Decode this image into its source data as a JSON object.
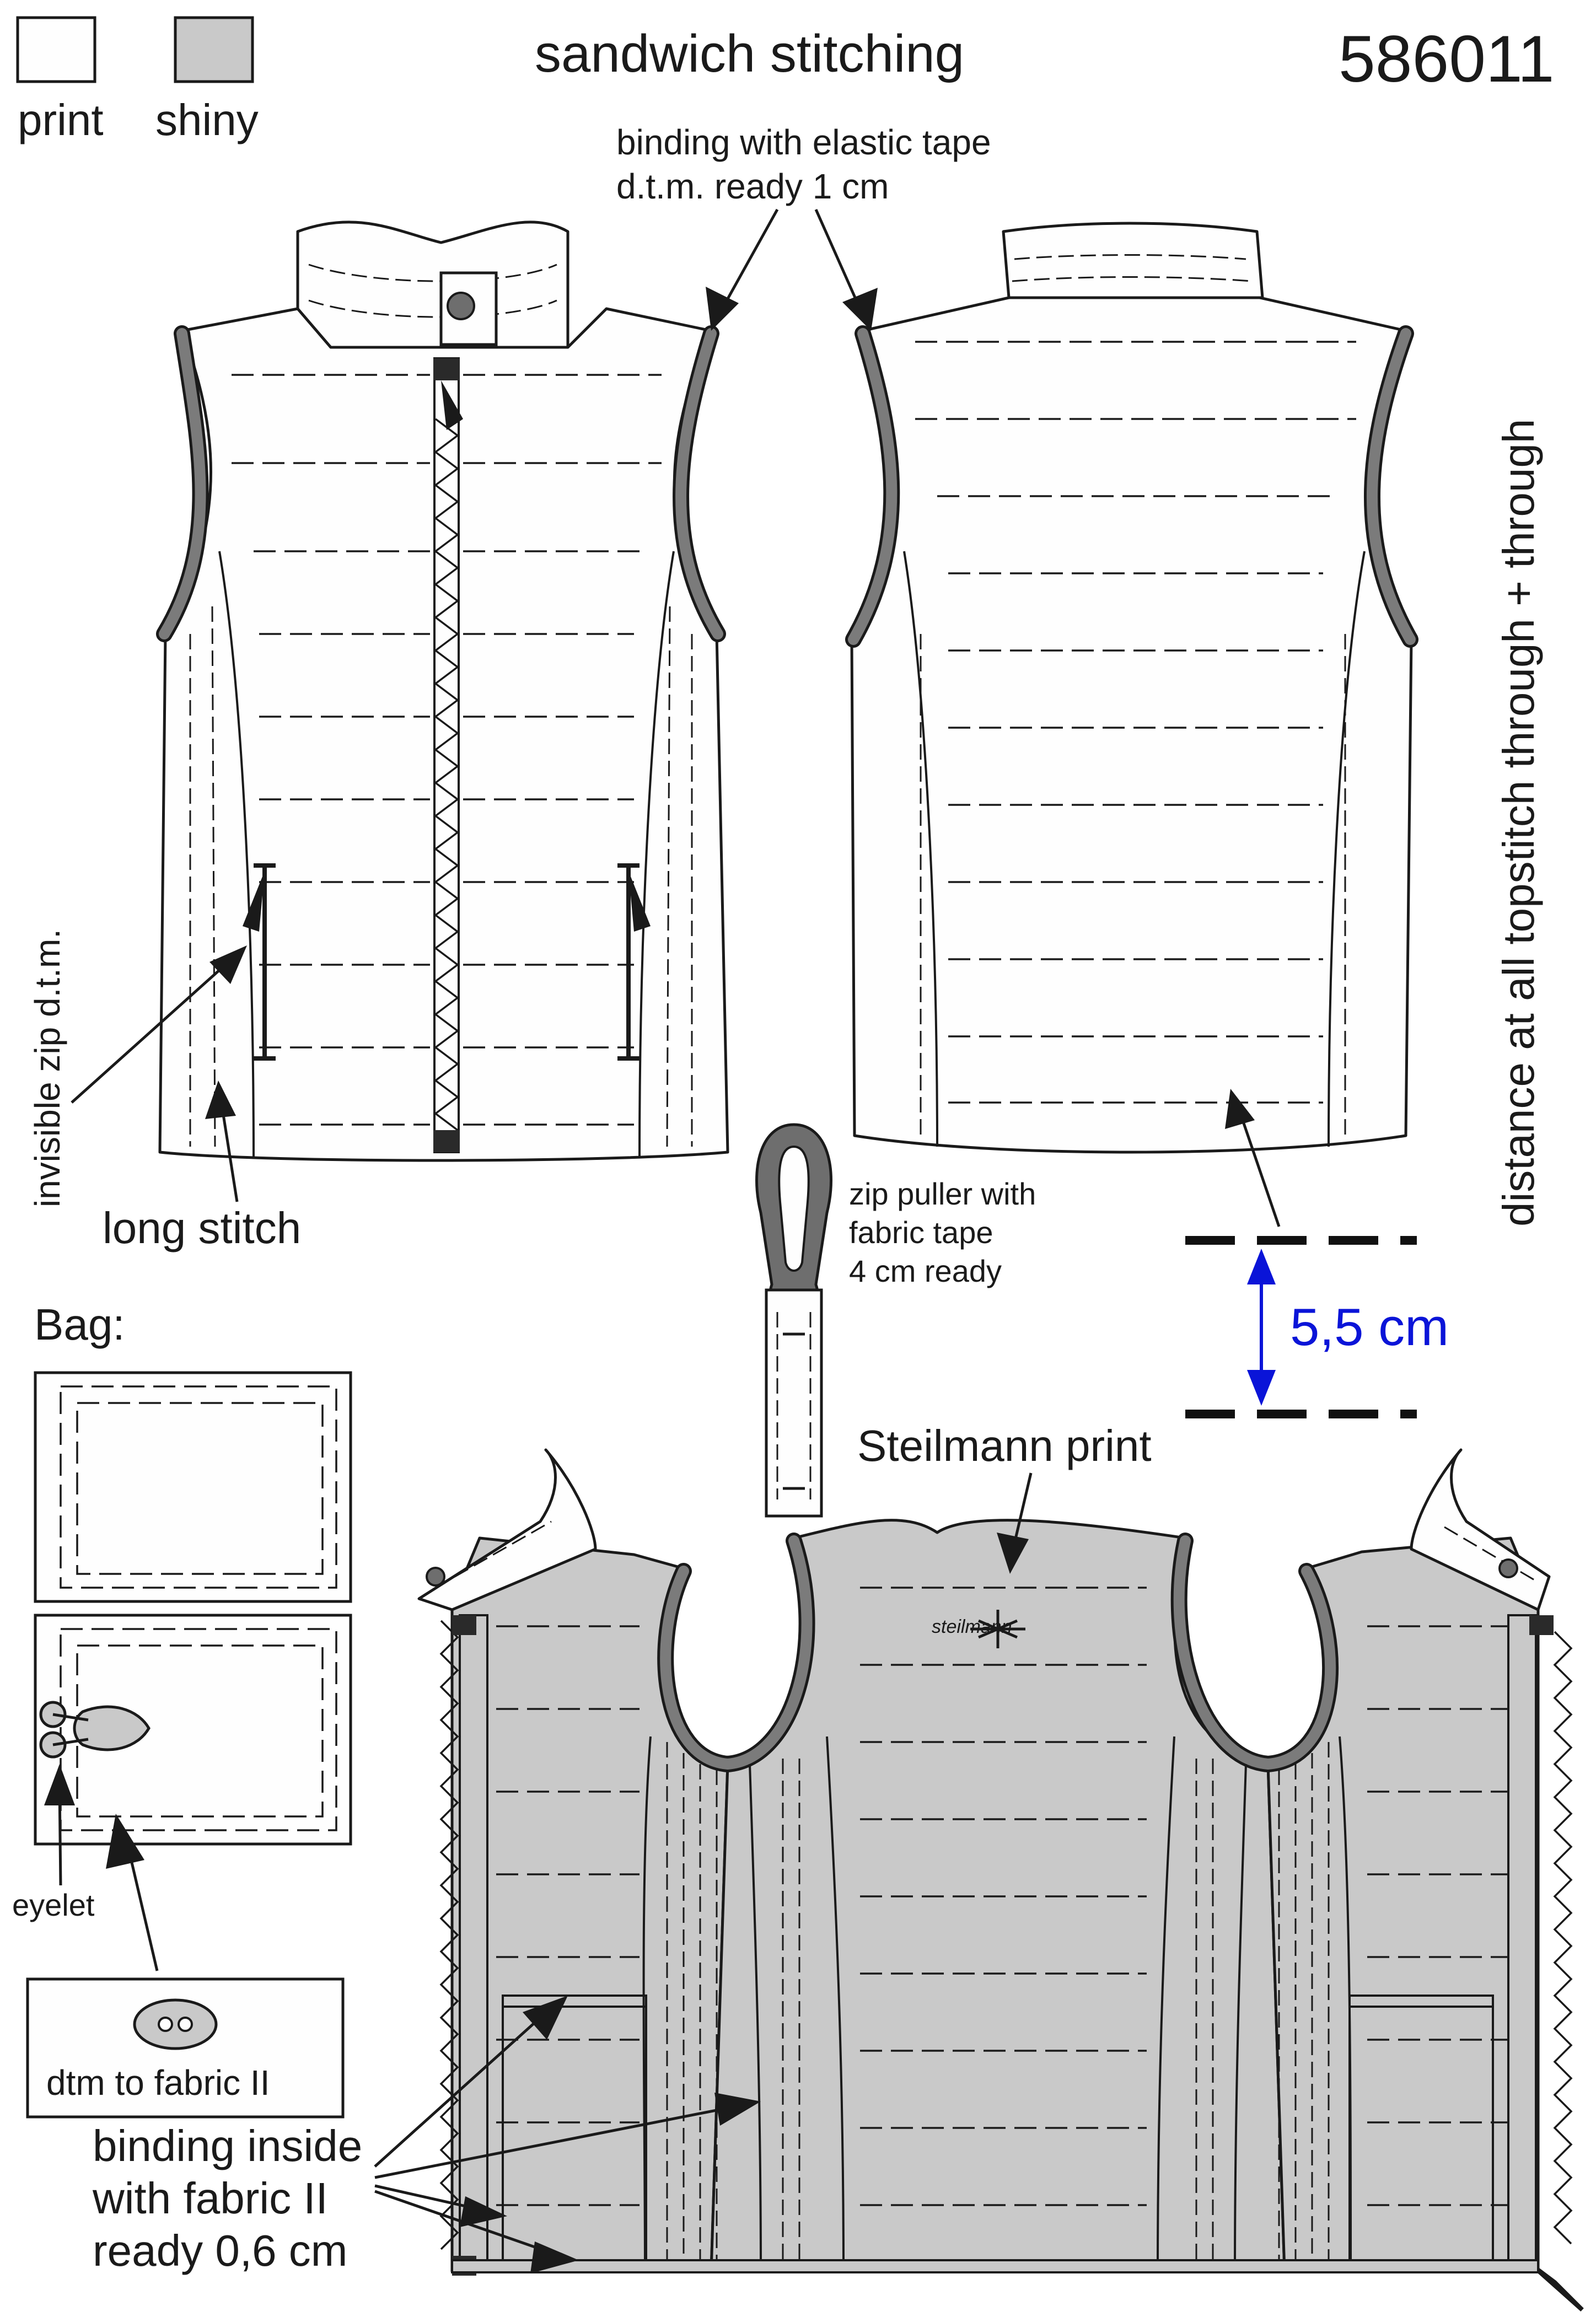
{
  "title": "sandwich stitching",
  "code": "586011",
  "legend": [
    {
      "label": "print",
      "swatch_color": "#fefefe"
    },
    {
      "label": "shiny",
      "swatch_color": "#c9c9c9"
    }
  ],
  "colors": {
    "outline": "#1a1a1a",
    "binding": "#7b7b7b",
    "shiny_fill": "#c9c9c9",
    "print_fill": "#fefefe",
    "dimension": "#0a14d8"
  },
  "annotations": {
    "binding_elastic_line1": "binding with elastic tape",
    "binding_elastic_line2": "d.t.m. ready 1 cm",
    "invisible_zip": "invisible zip d.t.m.",
    "long_stitch": "long stitch",
    "distance_topstitch": "distance at all topstitch through + through",
    "zip_puller_line1": "zip puller with",
    "zip_puller_line2": "fabric tape",
    "zip_puller_line3": "4 cm ready",
    "steilmann_print": "Steilmann print",
    "bag_title": "Bag:",
    "eyelet": "eyelet",
    "dtm_fabric": "dtm to fabric II",
    "binding_inside_line1": "binding inside",
    "binding_inside_line2": "with fabric II",
    "binding_inside_line3": "ready 0,6 cm"
  },
  "dimension": {
    "value": "5,5 cm"
  },
  "logo_text": "steilmann"
}
